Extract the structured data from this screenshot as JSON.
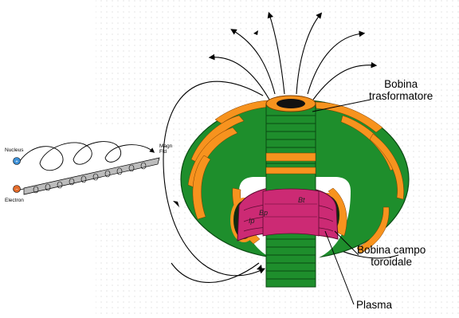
{
  "labels": {
    "transformer_coil": [
      "Bobina",
      "trasformatore"
    ],
    "toroidal_coil": [
      "Bobina campo",
      "toroidale"
    ],
    "plasma": "Plasma"
  },
  "inset": {
    "nucleus": "Nucleus",
    "electron": "Electron",
    "field": [
      "Magn",
      "Fld"
    ]
  },
  "plasma_fields": {
    "bt": "Bt",
    "bp": "Bp",
    "ip": "Ip"
  },
  "colors": {
    "coil_green": "#1e8e2c",
    "coil_green_dark": "#0e5a16",
    "coil_orange": "#f7931e",
    "plasma_magenta": "#cc2a74",
    "field_line": "#000000",
    "dot_grid": "#d8d8d8"
  }
}
